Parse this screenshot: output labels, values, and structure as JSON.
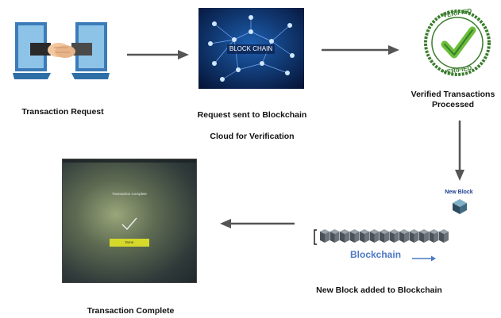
{
  "diagram": {
    "steps": [
      {
        "id": "request",
        "caption": "Transaction Request"
      },
      {
        "id": "blockchain_cloud",
        "caption_line1": "Request sent to Blockchain",
        "caption_line2": "Cloud for Verification",
        "image_text": "BLOCK CHAIN"
      },
      {
        "id": "verified",
        "caption_line1": "Verified Transactions",
        "caption_line2": "Processed",
        "stamp_text_top": "VERIFIED",
        "stamp_text_bottom": "VERIFIED"
      },
      {
        "id": "new_block",
        "caption": "New Block added to Blockchain",
        "new_block_label": "New Block",
        "chain_label": "Blockchain"
      },
      {
        "id": "complete",
        "caption": "Transaction Complete",
        "screen_title": "Transaction Complete",
        "screen_button": "Done"
      }
    ],
    "colors": {
      "arrow": "#555555",
      "stamp_green": "#3a7d2c",
      "check_green": "#6abf3a",
      "blockchain_blue": "#1a3d8f",
      "chain_label_blue": "#4d78c4",
      "done_button": "#d6d92a"
    }
  }
}
